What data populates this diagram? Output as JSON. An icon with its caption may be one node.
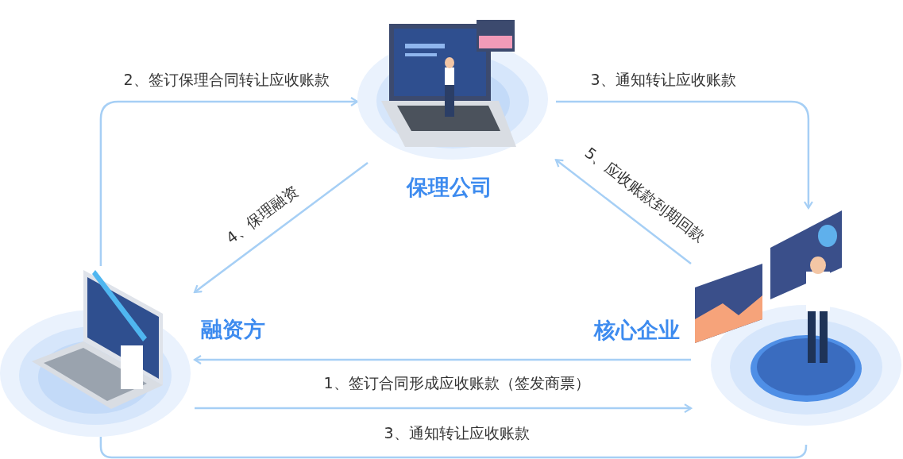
{
  "diagram": {
    "nodes": [
      {
        "text": [
          "保理公司"
        ]
      },
      {
        "text": [
          "融资方"
        ]
      },
      {
        "text": [
          "核心企业"
        ]
      }
    ],
    "edges": [
      {
        "from": 1,
        "to": 0,
        "arrow": "to",
        "label": "2、签订保理合同转让应收账款"
      },
      {
        "from": 0,
        "to": 2,
        "arrow": "to",
        "label": "3、通知转让应收账款"
      },
      {
        "from": 0,
        "to": 1,
        "arrow": "to",
        "label": "4、保理融资"
      },
      {
        "from": 2,
        "to": 0,
        "arrow": "to",
        "label": "5、应收账款到期回款"
      },
      {
        "from": 2,
        "to": 1,
        "arrow": "to",
        "label": "1、签订合同形成应收账款（签发商票）"
      },
      {
        "from": 1,
        "to": 2,
        "arrow": "to",
        "label": "3、通知转让应收账款"
      },
      {
        "from": 1,
        "to": 2,
        "arrow": "none"
      }
    ]
  }
}
